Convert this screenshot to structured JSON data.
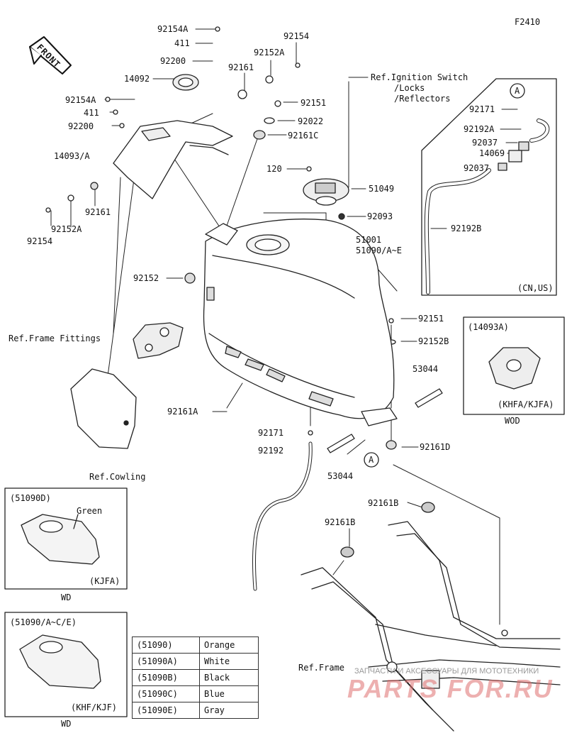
{
  "figure_code": "F2410",
  "front_label": "FRONT",
  "parts": {
    "p_92154A_top": "92154A",
    "p_411_top": "411",
    "p_92200_top": "92200",
    "p_14092": "14092",
    "p_92161_top": "92161",
    "p_92152A_top": "92152A",
    "p_92154_top": "92154",
    "p_92154A_left": "92154A",
    "p_411_left": "411",
    "p_92200_left": "92200",
    "p_14093A": "14093/A",
    "p_92161_left": "92161",
    "p_92152A_left": "92152A",
    "p_92154_left": "92154",
    "p_92151_top": "92151",
    "p_92022": "92022",
    "p_92161C": "92161C",
    "p_120": "120",
    "p_51049": "51049",
    "p_92093": "92093",
    "p_51001": "51001",
    "p_51090": "51090/A~E",
    "p_92152": "92152",
    "p_92151_mid": "92151",
    "p_92152B": "92152B",
    "p_53044_right": "53044",
    "p_92161A": "92161A",
    "p_92171_mid": "92171",
    "p_92192": "92192",
    "p_53044_mid": "53044",
    "p_92161D": "92161D",
    "p_92161B_right": "92161B",
    "p_92161B_left": "92161B",
    "p_92171_cn": "92171",
    "p_92192A": "92192A",
    "p_92037a": "92037",
    "p_14069": "14069",
    "p_92037b": "92037",
    "p_92192B": "92192B"
  },
  "refs": {
    "ignition": [
      "Ref.Ignition Switch",
      "/Locks",
      "/Reflectors"
    ],
    "frame_fittings": "Ref.Frame Fittings",
    "cowling": "Ref.Cowling",
    "frame": "Ref.Frame"
  },
  "callouts": {
    "circle_a": "A",
    "cn_us": "(CN,US)",
    "box_14093A_title": "(14093A)",
    "box_14093A_variant": "(KHFA/KJFA)",
    "wod": "WOD",
    "box_51090D_title": "(51090D)",
    "green": "Green",
    "kjfa": "(KJFA)",
    "wd_1": "WD",
    "box_51090ACE_title": "(51090/A~C/E)",
    "khf_kjf": "(KHF/KJF)",
    "wd_2": "WD"
  },
  "color_table": [
    {
      "code": "(51090)",
      "color": "Orange"
    },
    {
      "code": "(51090A)",
      "color": "White"
    },
    {
      "code": "(51090B)",
      "color": "Black"
    },
    {
      "code": "(51090C)",
      "color": "Blue"
    },
    {
      "code": "(51090E)",
      "color": "Gray"
    }
  ],
  "watermark": {
    "line1": "ЗАПЧАСТИ И АКСЕССУАРЫ ДЛЯ МОТОТЕХНИКИ",
    "line2": "PARTS FOR.RU"
  }
}
